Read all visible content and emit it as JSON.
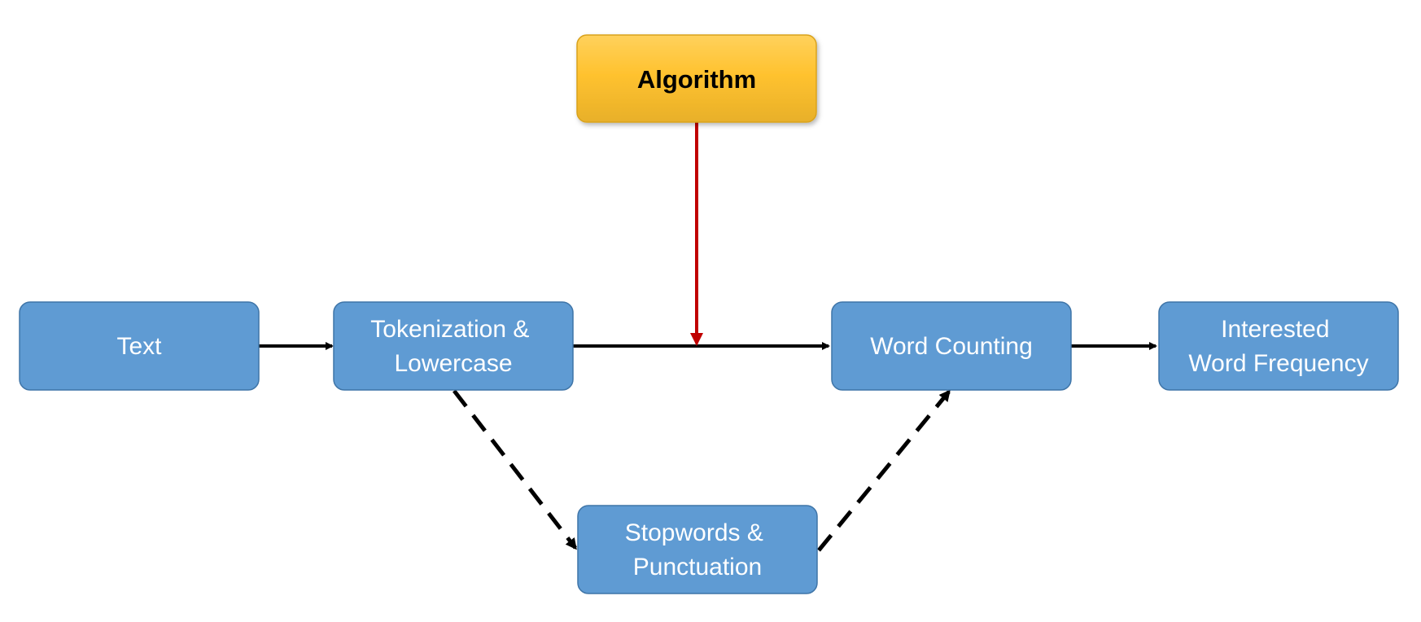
{
  "nodes": {
    "algorithm": {
      "lines": [
        "Algorithm"
      ]
    },
    "text": {
      "lines": [
        "Text"
      ]
    },
    "tokenization": {
      "lines": [
        "Tokenization &",
        "Lowercase"
      ]
    },
    "word_counting": {
      "lines": [
        "Word Counting"
      ]
    },
    "interested": {
      "lines": [
        "Interested",
        "Word Frequency"
      ]
    },
    "stopwords": {
      "lines": [
        "Stopwords &",
        "Punctuation"
      ]
    }
  },
  "edges": [
    {
      "from": "text",
      "to": "tokenization",
      "style": "solid"
    },
    {
      "from": "tokenization",
      "to": "word_counting",
      "style": "solid"
    },
    {
      "from": "word_counting",
      "to": "interested",
      "style": "solid"
    },
    {
      "from": "algorithm",
      "to": "tokenization-word_counting-edge",
      "style": "solid"
    },
    {
      "from": "tokenization",
      "to": "stopwords",
      "style": "dashed"
    },
    {
      "from": "stopwords",
      "to": "word_counting",
      "style": "dashed"
    }
  ],
  "colors": {
    "process_box": "#5f9bd3",
    "process_border": "#3f75a8",
    "algorithm_box": "#ffc43a",
    "algorithm_border": "#d9a21d",
    "arrow": "#000000",
    "algorithm_arrow": "#c00000"
  }
}
